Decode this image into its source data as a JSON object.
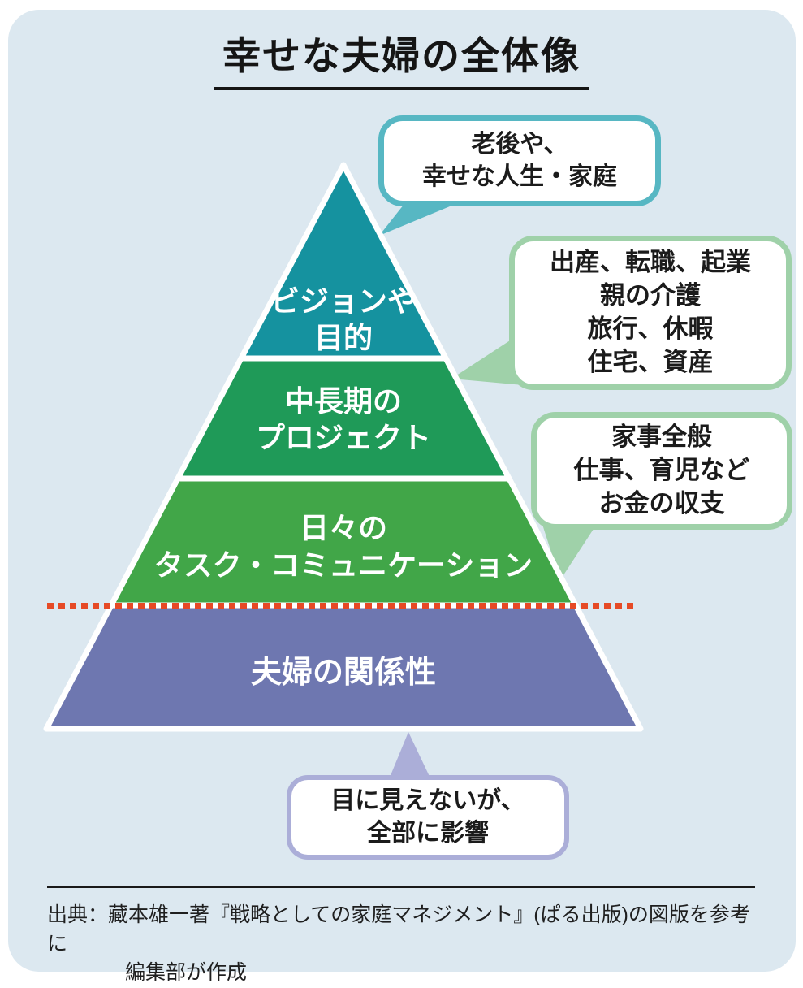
{
  "title": "幸せな夫婦の全体像",
  "pyramid": {
    "divider_color": "#e64a26",
    "layers": [
      {
        "line1": "ビジョンや",
        "line2": "目的",
        "color": "#15929f"
      },
      {
        "line1": "中長期の",
        "line2": "プロジェクト",
        "color": "#1f9a58"
      },
      {
        "line1": "日々の",
        "line2": "タスク・コミュニケーション",
        "color": "#41a648"
      },
      {
        "line1": "夫婦の関係性",
        "line2": "",
        "color": "#6e77b0"
      }
    ]
  },
  "bubbles": [
    {
      "border_color": "#57b7c3",
      "lines": [
        "老後や、",
        "幸せな人生・家庭"
      ]
    },
    {
      "border_color": "#9fd1a9",
      "lines": [
        "出産、転職、起業",
        "親の介護",
        "旅行、休暇",
        "住宅、資産"
      ]
    },
    {
      "border_color": "#9fd1a9",
      "lines": [
        "家事全般",
        "仕事、育児など",
        "お金の収支"
      ]
    },
    {
      "border_color": "#abaed8",
      "lines": [
        "目に見えないが、",
        "全部に影響"
      ]
    }
  ],
  "source": {
    "line1": "出典：藏本雄一著『戦略としての家庭マネジメント』(ぱる出版)の図版を参考に",
    "line2": "編集部が作成"
  }
}
